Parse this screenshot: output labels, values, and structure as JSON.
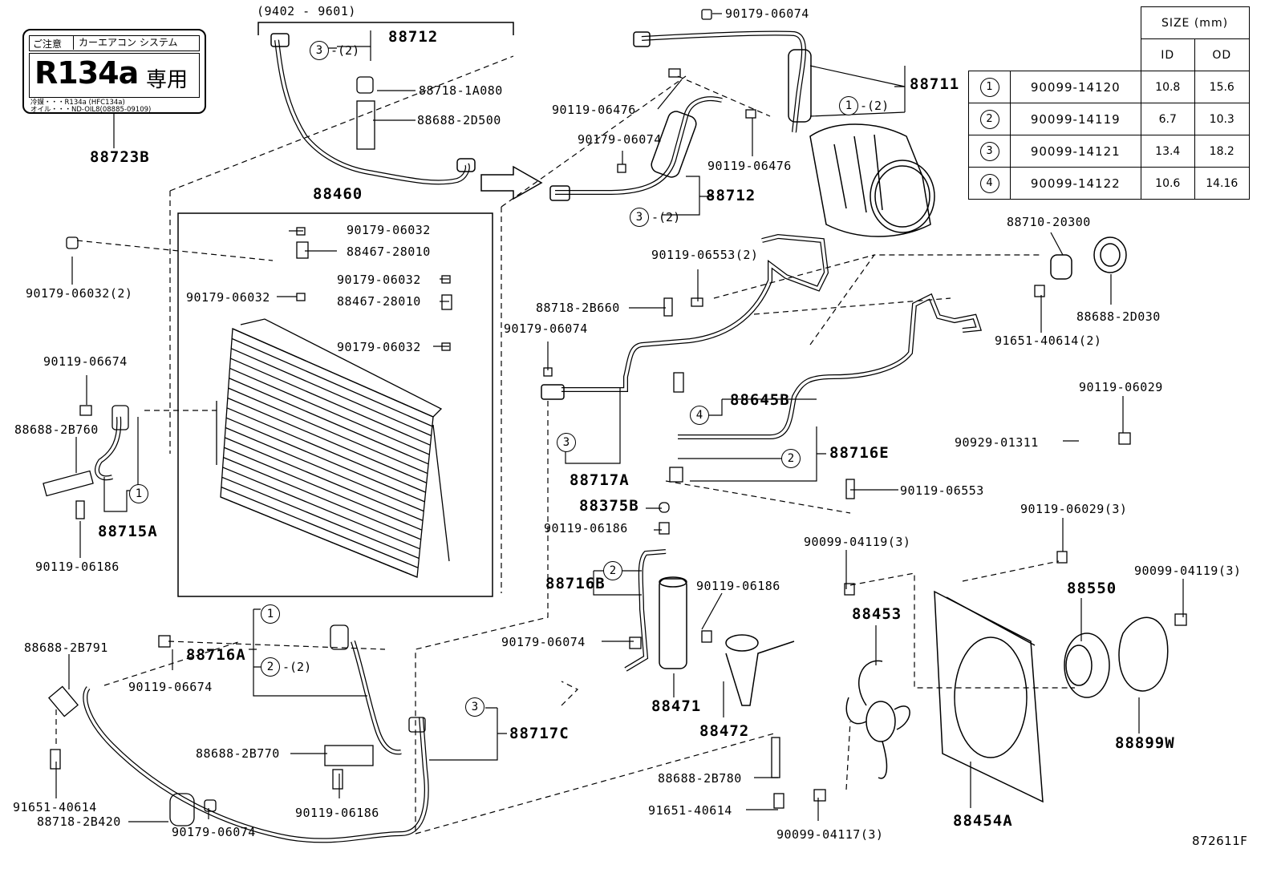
{
  "caution_label": {
    "header_left": "ご注意",
    "header_right": "カーエアコン システム",
    "refrigerant": "R134a",
    "exclusive": "専用",
    "line1": "冷媒・・・R134a (HFC134a)",
    "line2": "オイル・・・ND-OIL8(08885-09109)"
  },
  "size_table": {
    "title": "SIZE (mm)",
    "col_id": "ID",
    "col_od": "OD",
    "rows": [
      {
        "mark": "1",
        "part": "90099-14120",
        "id": "10.8",
        "od": "15.6"
      },
      {
        "mark": "2",
        "part": "90099-14119",
        "id": "6.7",
        "od": "10.3"
      },
      {
        "mark": "3",
        "part": "90099-14121",
        "id": "13.4",
        "od": "18.2"
      },
      {
        "mark": "4",
        "part": "90099-14122",
        "id": "10.6",
        "od": "14.16"
      }
    ]
  },
  "labels": {
    "l_88723b": "88723B",
    "l_range": "(9402 - 9601)",
    "l_88712_top": "88712",
    "l_88718_1a080": "88718-1A080",
    "l_88688_2d500": "88688-2D500",
    "l_90179_06074_top": "90179-06074",
    "l_88711": "88711",
    "l_90119_06476_a": "90119-06476",
    "l_90179_06074_b": "90179-06074",
    "l_90119_06476_b": "90119-06476",
    "l_88712_mid": "88712",
    "l_88460": "88460",
    "l_90179_06032_a": "90179-06032",
    "l_88467_28010_a": "88467-28010",
    "l_90179_06032_b": "90179-06032",
    "l_90179_06032_c": "90179-06032",
    "l_88467_28010_b": "88467-28010",
    "l_90179_06032_d": "90179-06032",
    "l_90179_06032_2": "90179-06032(2)",
    "l_90119_06674_a": "90119-06674",
    "l_88688_2b760": "88688-2B760",
    "l_88715a": "88715A",
    "l_90119_06186_a": "90119-06186",
    "l_90119_06553_2": "90119-06553(2)",
    "l_88718_2b660": "88718-2B660",
    "l_90179_06074_c": "90179-06074",
    "l_88717a": "88717A",
    "l_88645b": "88645B",
    "l_88716e": "88716E",
    "l_90119_06553": "90119-06553",
    "l_88375b": "88375B",
    "l_90119_06186_b": "90119-06186",
    "l_88710_20300": "88710-20300",
    "l_88688_2d030": "88688-2D030",
    "l_91651_40614_2": "91651-40614(2)",
    "l_90119_06029": "90119-06029",
    "l_90929_01311": "90929-01311",
    "l_90119_06029_3": "90119-06029(3)",
    "l_90099_04119_3a": "90099-04119(3)",
    "l_90099_04119_3b": "90099-04119(3)",
    "l_88550": "88550",
    "l_88453": "88453",
    "l_88716b": "88716B",
    "l_90119_06186_c": "90119-06186",
    "l_90179_06074_d": "90179-06074",
    "l_88471": "88471",
    "l_88472": "88472",
    "l_88688_2b791": "88688-2B791",
    "l_88716a": "88716A",
    "l_90119_06674_b": "90119-06674",
    "l_88717c": "88717C",
    "l_88688_2b770": "88688-2B770",
    "l_90119_06186_d": "90119-06186",
    "l_88688_2b780": "88688-2B780",
    "l_91651_40614_a": "91651-40614",
    "l_91651_40614_b": "91651-40614",
    "l_88718_2b420": "88718-2B420",
    "l_90179_06074_e": "90179-06074",
    "l_90099_04117_3": "90099-04117(3)",
    "l_88454a": "88454A",
    "l_88899w": "88899W",
    "l_fig": "872611F"
  },
  "oring_marks": {
    "m3_top": "3",
    "q2_top": "-(2)",
    "m1_comp": "1",
    "q2_comp": "-(2)",
    "m3_mid": "3",
    "q2_mid": "-(2)",
    "m1_left": "1",
    "m3_a": "3",
    "m4": "4",
    "m2_e": "2",
    "m2_b": "2",
    "m1_a": "1",
    "m2_a": "2",
    "q2_a": "-(2)",
    "m3_c": "3"
  }
}
